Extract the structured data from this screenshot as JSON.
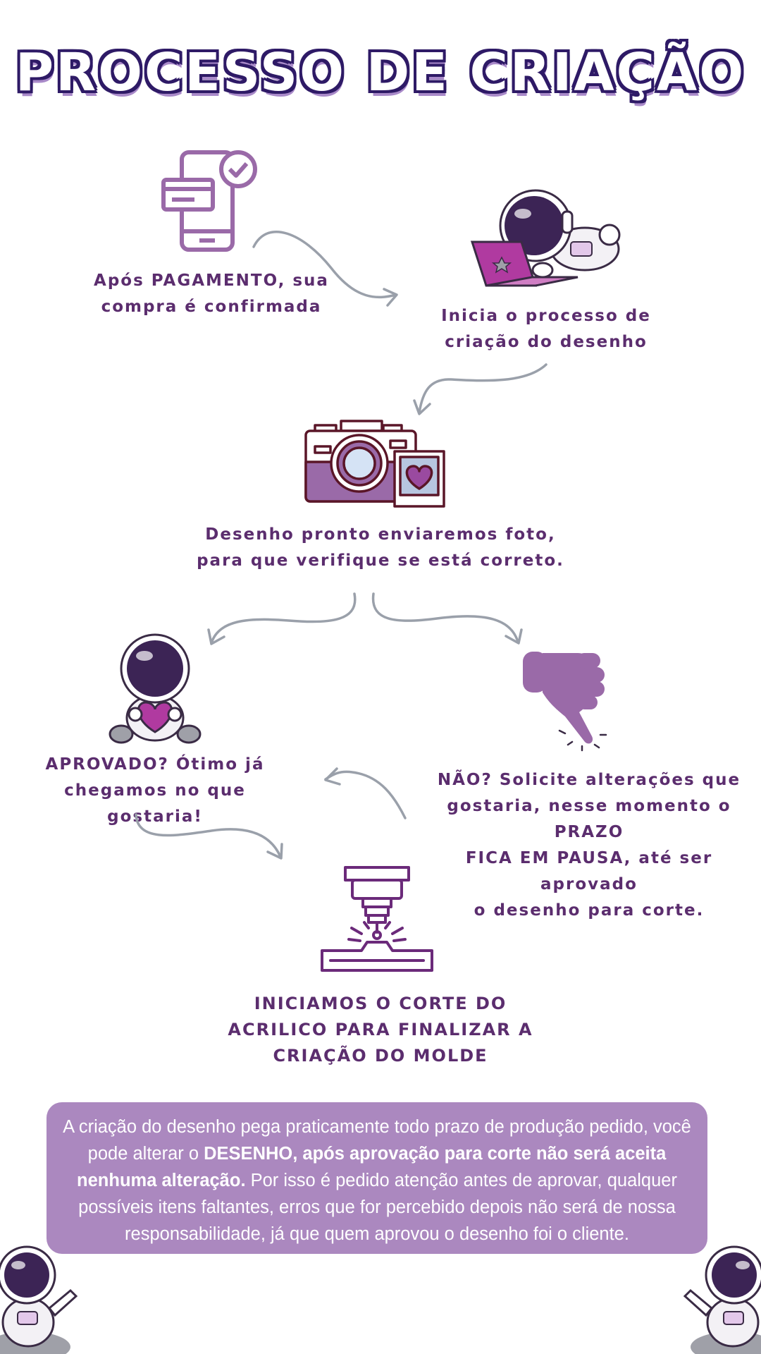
{
  "title": "PROCESSO DE CRIAÇÃO",
  "steps": {
    "payment": [
      "Após PAGAMENTO, sua",
      "compra é confirmada"
    ],
    "start": [
      "Inicia o processo de",
      "criação do desenho"
    ],
    "photo": [
      "Desenho pronto enviaremos foto,",
      "para que verifique se está correto."
    ],
    "approved": [
      "APROVADO? Ótimo já",
      "chegamos no que gostaria!"
    ],
    "rejected": [
      "NÃO? Solicite alterações que",
      "gostaria, nesse momento o PRAZO",
      "FICA EM PAUSA, até ser aprovado",
      "o desenho para corte."
    ],
    "cut": [
      "INICIAMOS O CORTE DO",
      "ACRILICO PARA FINALIZAR A",
      "CRIAÇÃO DO MOLDE"
    ]
  },
  "note": {
    "part1": "A criação do desenho pega praticamente todo prazo de produção pedido, você pode alterar o ",
    "bold": "DESENHO, após aprovação para corte não será aceita nenhuma alteração.",
    "part2": "  Por isso é pedido atenção antes de aprovar, qualquer possíveis itens faltantes, erros que for percebido depois não será de nossa responsabilidade, já que quem aprovou o desenho foi o cliente."
  },
  "icons": {
    "payment": "phone-card-check-icon",
    "astronaut_laptop": "astronaut-laptop-icon",
    "camera": "camera-photo-heart-icon",
    "astronaut_heart": "astronaut-heart-icon",
    "thumbs_down": "thumbs-down-icon",
    "cnc": "cnc-machine-icon",
    "astronaut_corner": "astronaut-pointing-icon"
  },
  "colors": {
    "primary_text": "#5b2d6e",
    "icon_purple": "#9a6aa8",
    "note_bg": "#ab88bf",
    "arrow": "#9aa0aa",
    "title_outline": "#2e1a66"
  }
}
